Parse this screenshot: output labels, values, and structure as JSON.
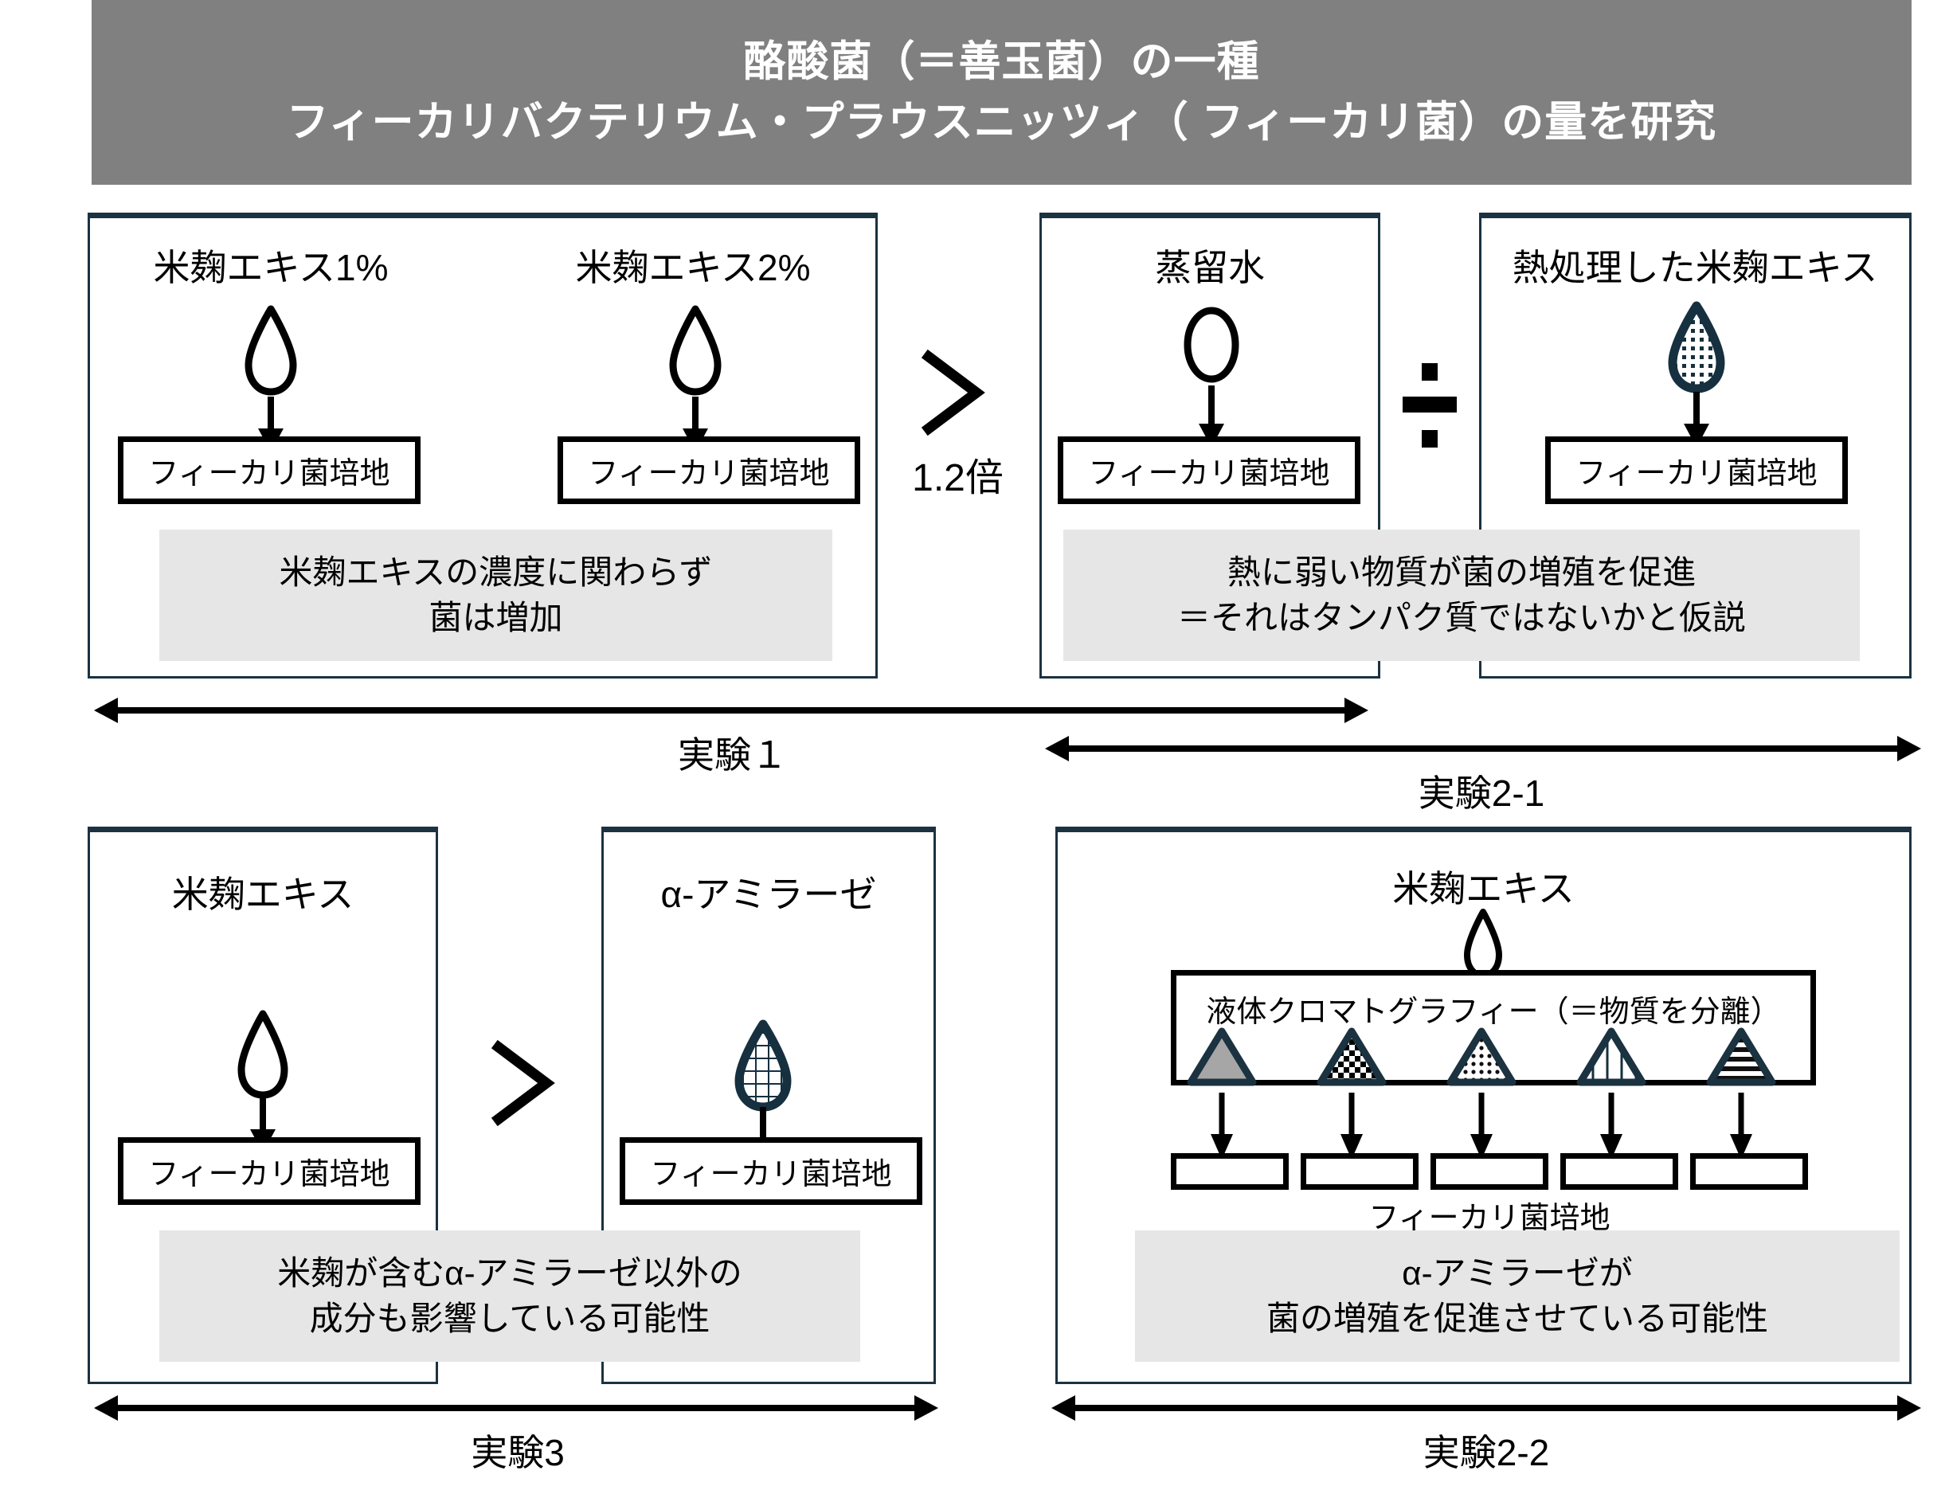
{
  "header": {
    "line1": "酪酸菌（＝善玉菌）の一種",
    "line2": "フィーカリバクテリウム・プラウスニッツィ（ フィーカリ菌）の量を研究",
    "background_color": "#808080",
    "text_color": "#ffffff"
  },
  "colors": {
    "panel_border": "#1b3240",
    "note_background": "#e6e6e6",
    "icon_navy": "#16303f",
    "triangle_gray": "#a6a6a6",
    "black": "#000000"
  },
  "medium_label": "フィーカリ菌培地",
  "experiment1": {
    "arms": [
      {
        "source_label": "米麹エキス1%",
        "icon": "droplet-outline-icon",
        "medium_label": "フィーカリ菌培地"
      },
      {
        "source_label": "米麹エキス2%",
        "icon": "droplet-outline-icon",
        "medium_label": "フィーカリ菌培地"
      }
    ],
    "note_line1": "米麹エキスの濃度に関わらず",
    "note_line2": "菌は増加",
    "axis_label": "実験１"
  },
  "comparator_top": {
    "symbol": "＞",
    "ratio": "1.2倍"
  },
  "experiment2_1": {
    "arms": [
      {
        "source_label": "蒸留水",
        "icon": "circle-outline-icon",
        "medium_label": "フィーカリ菌培地"
      },
      {
        "source_label": "熱処理した米麹エキス",
        "icon": "droplet-dotted-icon",
        "medium_label": "フィーカリ菌培地"
      }
    ],
    "comparator_symbol": "÷",
    "note_line1": "熱に弱い物質が菌の増殖を促進",
    "note_line2": "＝それはタンパク質ではないかと仮説",
    "axis_label": "実験2-1"
  },
  "experiment3": {
    "arms": [
      {
        "source_label": "米麹エキス",
        "icon": "droplet-outline-icon",
        "medium_label": "フィーカリ菌培地"
      },
      {
        "source_label": "α-アミラーゼ",
        "icon": "droplet-grid-icon",
        "medium_label": "フィーカリ菌培地"
      }
    ],
    "comparator_symbol": "＞",
    "note_line1": "米麹が含むα-アミラーゼ以外の",
    "note_line2": "成分も影響している可能性",
    "axis_label": "実験3"
  },
  "experiment2_2": {
    "source_label": "米麹エキス",
    "source_icon": "droplet-outline-icon",
    "chromatography_title": "液体クロマトグラフィー（＝物質を分離）",
    "fractions": [
      {
        "pattern": "solid-gray"
      },
      {
        "pattern": "checker"
      },
      {
        "pattern": "dots"
      },
      {
        "pattern": "sparse-lines"
      },
      {
        "pattern": "horizontal-stripes"
      }
    ],
    "medium_caption": "フィーカリ菌培地",
    "note_line1": "α-アミラーゼが",
    "note_line2": "菌の増殖を促進させている可能性",
    "axis_label": "実験2-2"
  }
}
